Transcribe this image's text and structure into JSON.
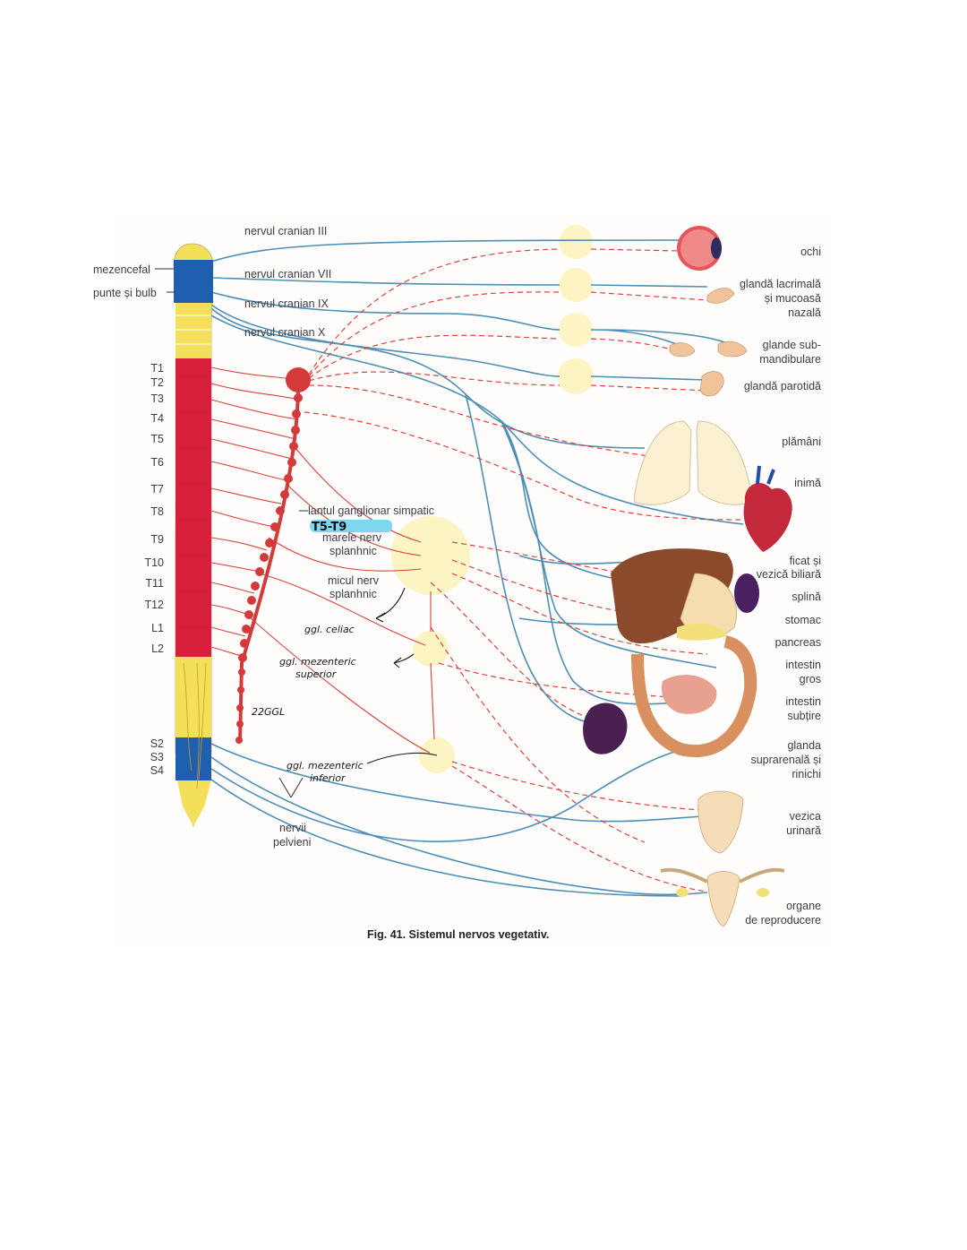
{
  "colors": {
    "sympathetic": "#d7443d",
    "parasympathetic": "#4d8fb6",
    "ganglion": "#fbf2b8",
    "cord_red": "#d71f3c",
    "cord_blue": "#1f5fb0",
    "cord_yellow": "#f3df5a"
  },
  "left": {
    "mezencefal": "mezencefal",
    "punte": "punte și bulb",
    "segments": [
      "T1",
      "T2",
      "T3",
      "T4",
      "T5",
      "T6",
      "T7",
      "T8",
      "T9",
      "T10",
      "T11",
      "T12",
      "L1",
      "L2"
    ],
    "sacral": [
      "S2",
      "S3",
      "S4"
    ],
    "nervii_pelvieni": [
      "nervii",
      "pelvieni"
    ]
  },
  "nerves": {
    "c3": "nervul cranian III",
    "c7": "nervul cranian VII",
    "c9": "nervul cranian IX",
    "c10": "nervul cranian X"
  },
  "middle": {
    "lant": "lantul ganglionar simpatic",
    "marele": [
      "marele nerv",
      "splanhnic"
    ],
    "micul": [
      "micul nerv",
      "splanhnic"
    ]
  },
  "annotations": {
    "t5t9": "T5-T9",
    "celiac": "ggl. celiac",
    "mez_sup": [
      "ggl. mezenteric",
      "superior"
    ],
    "ggl22": "22GGL",
    "mez_inf": [
      "ggl. mezenteric",
      "inferior"
    ]
  },
  "organs": {
    "ochi": "ochi",
    "lacrimala": [
      "glandă lacrimală",
      "și mucoasă",
      "nazală"
    ],
    "submandibulare": [
      "glande sub-",
      "mandibulare"
    ],
    "parotida": "glandă parotidă",
    "plamani": "plămâni",
    "inima": "inimă",
    "ficat": [
      "ficat și",
      "vezică biliară"
    ],
    "splina": "splină",
    "stomac": "stomac",
    "pancreas": "pancreas",
    "intestin_gros": [
      "intestin",
      "gros"
    ],
    "intestin_subtire": [
      "intestin",
      "subțire"
    ],
    "suprarenala": [
      "glanda",
      "suprarenală și",
      "rinichi"
    ],
    "vezica": [
      "vezica",
      "urinară"
    ],
    "reproducere": [
      "organe",
      "de reproducere"
    ]
  },
  "caption": "Fig. 41. Sistemul nervos vegetativ."
}
